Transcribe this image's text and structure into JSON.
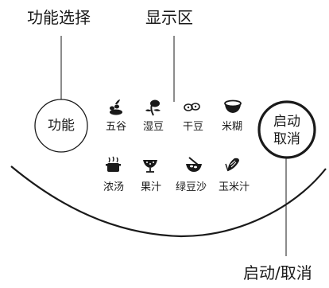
{
  "callouts": {
    "function": "功能选择",
    "display": "显示区",
    "start_cancel": "启动/取消"
  },
  "buttons": {
    "function": "功能",
    "start_line1": "启动",
    "start_line2": "取消"
  },
  "modes": [
    {
      "label": "五谷",
      "icon": "grain-icon"
    },
    {
      "label": "湿豆",
      "icon": "soaked-bean-sprout-icon"
    },
    {
      "label": "干豆",
      "icon": "dry-bean-icon"
    },
    {
      "label": "米糊",
      "icon": "rice-paste-bowl-icon"
    },
    {
      "label": "浓汤",
      "icon": "soup-pot-icon"
    },
    {
      "label": "果汁",
      "icon": "fruit-juice-icon"
    },
    {
      "label": "绿豆沙",
      "icon": "mung-bean-bowl-icon"
    },
    {
      "label": "玉米汁",
      "icon": "corn-icon"
    }
  ]
}
